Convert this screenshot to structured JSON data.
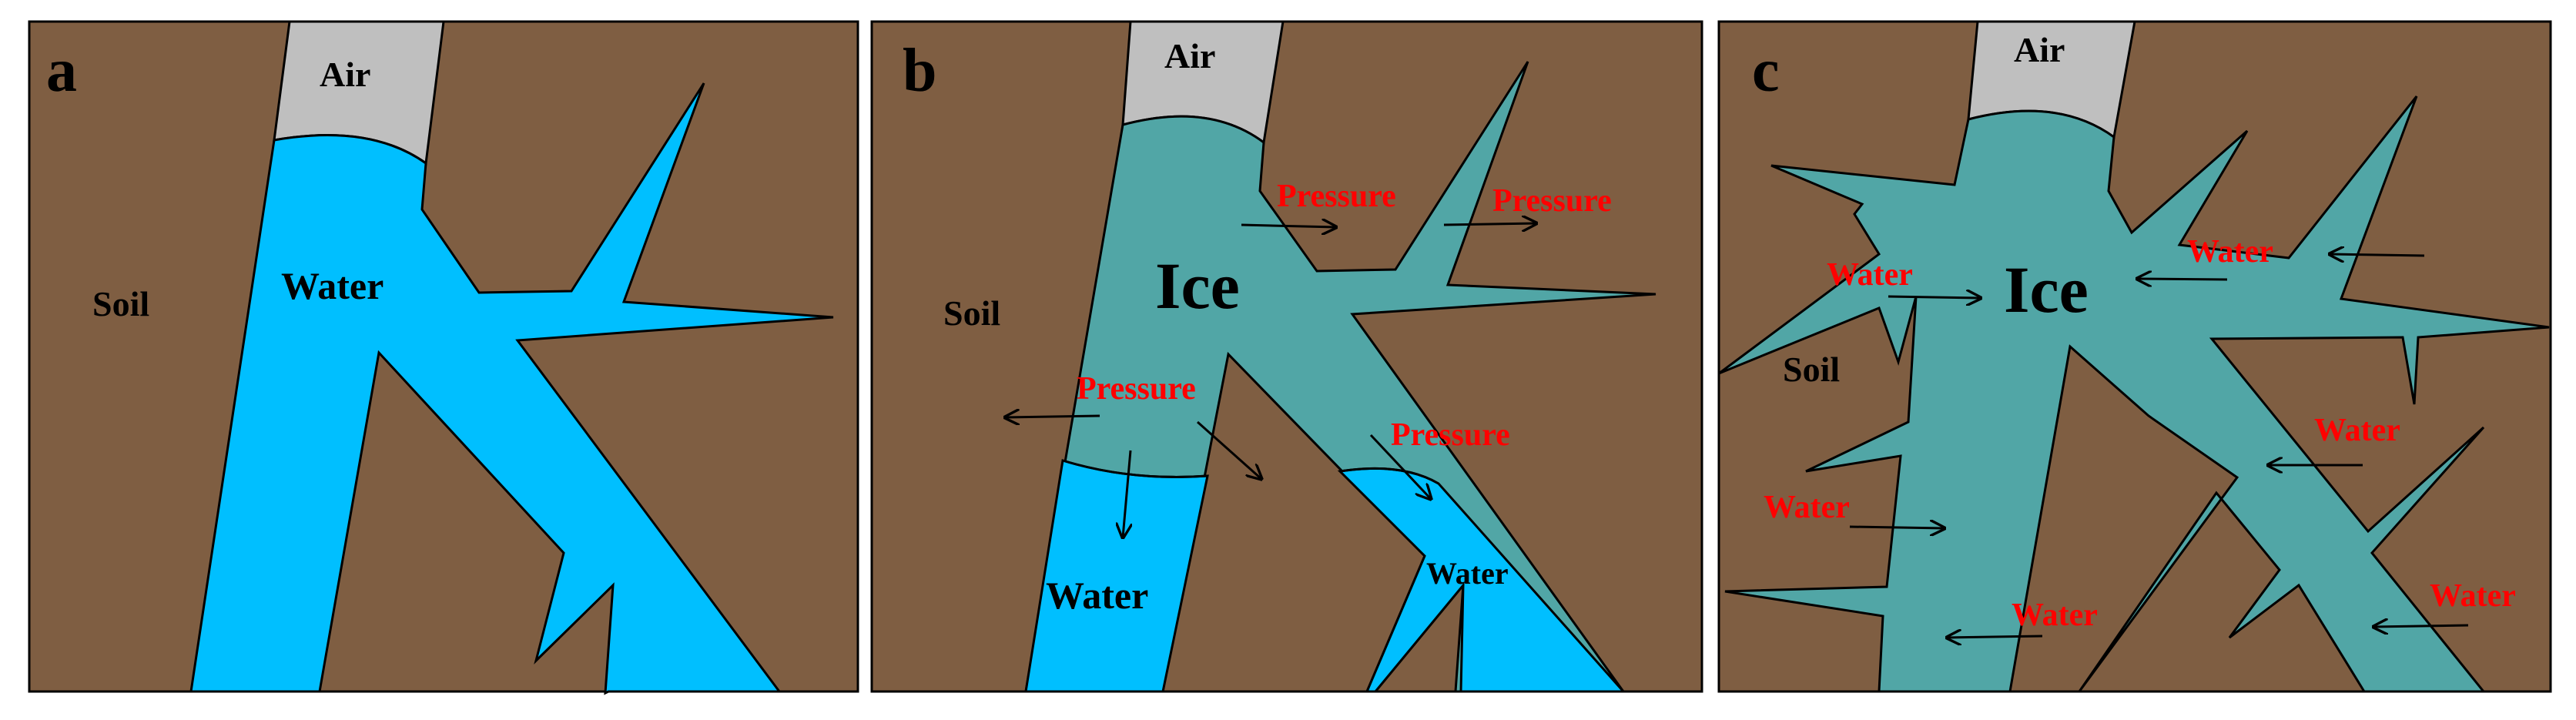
{
  "colors": {
    "soil": "#7F5E42",
    "water": "#00BFFF",
    "ice": "#51A6A6",
    "air": "#BFBFBF",
    "outline": "#000000",
    "pressure_text": "#FF0000",
    "label_text": "#000000"
  },
  "panels": [
    {
      "letter": "a",
      "labels": {
        "air": "Air",
        "soil": "Soil",
        "water": "Water"
      }
    },
    {
      "letter": "b",
      "labels": {
        "air": "Air",
        "soil": "Soil",
        "ice": "Ice",
        "water_left": "Water",
        "water_right": "Water",
        "pressure_1": "Pressure",
        "pressure_2": "Pressure",
        "pressure_3": "Pressure",
        "pressure_4": "Pressure"
      }
    },
    {
      "letter": "c",
      "labels": {
        "air": "Air",
        "soil": "Soil",
        "ice": "Ice",
        "water_1": "Water",
        "water_2": "Water",
        "water_3": "Water",
        "water_4": "Water",
        "water_5": "Water",
        "water_6": "Water"
      }
    }
  ]
}
